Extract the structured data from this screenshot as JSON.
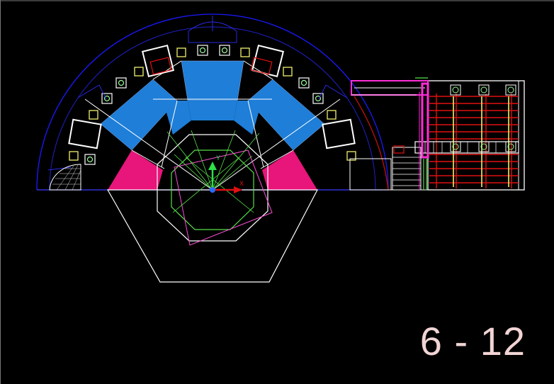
{
  "sheet": {
    "label": "6 - 12"
  },
  "ucs": {
    "x_axis": "X",
    "y_axis": "Y"
  },
  "colors": {
    "background": "#000000",
    "arc_outline": "#1a1aff",
    "blue_fill": "#1e7ed8",
    "magenta_fill": "#e8157a",
    "white_line": "#ffffff",
    "green_line": "#58e04a",
    "yellow_line": "#f0f070",
    "red_line": "#e01010",
    "pink_line": "#ff2dd8"
  }
}
